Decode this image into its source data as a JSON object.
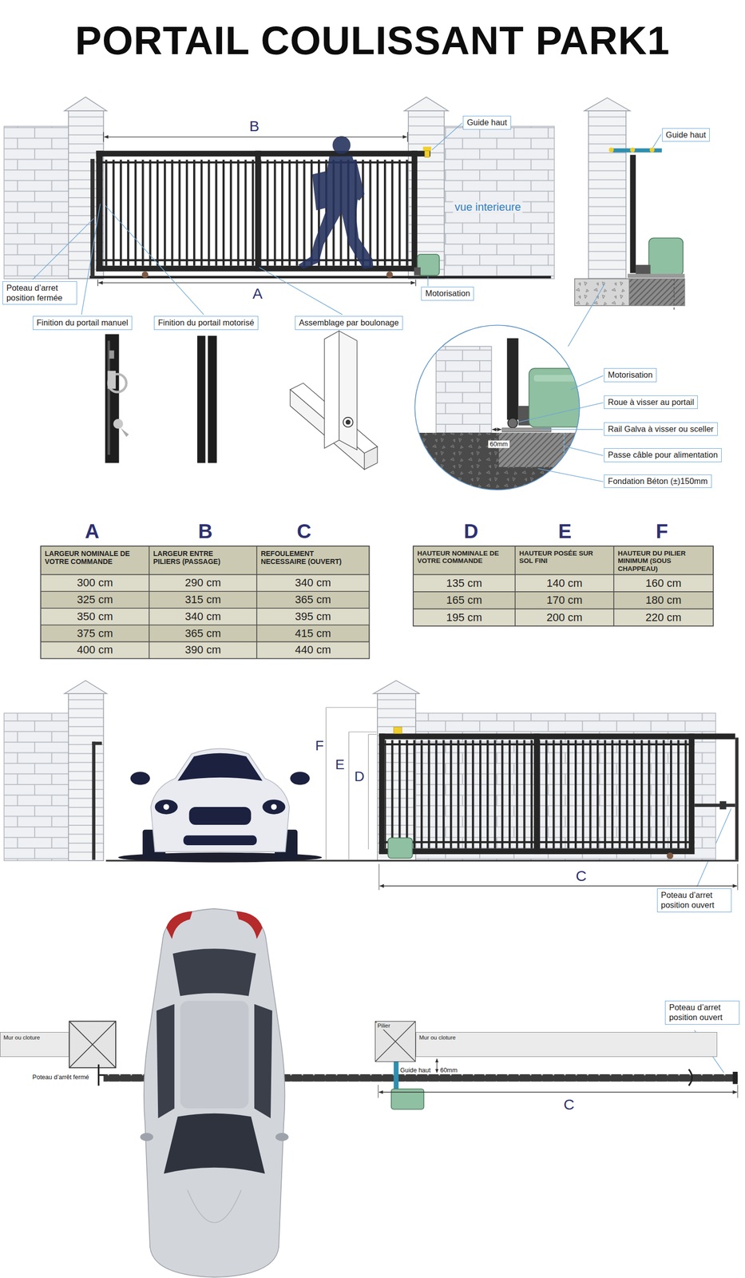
{
  "diagram": {
    "title": "PORTAIL COULISSANT PARK1",
    "nodes": [
      {
        "text": [
          "Guide haut"
        ]
      },
      {
        "text": [
          "Guide haut"
        ]
      },
      {
        "text": [
          "Poteau d’arret position fermée"
        ]
      },
      {
        "text": [
          "Motorisation"
        ]
      },
      {
        "text": [
          "Finition du portail manuel"
        ]
      },
      {
        "text": [
          "Finition du portail motorisé"
        ]
      },
      {
        "text": [
          "Assemblage par boulonage"
        ]
      },
      {
        "text": [
          "Motorisation"
        ]
      },
      {
        "text": [
          "Roue à visser au portail"
        ]
      },
      {
        "text": [
          "Rail Galva à visser ou sceller"
        ]
      },
      {
        "text": [
          "Passe câble pour alimentation"
        ]
      },
      {
        "text": [
          "Fondation Béton (±)150mm"
        ]
      },
      {
        "text": [
          "Poteau d’arret position ouvert"
        ]
      },
      {
        "text": [
          "Mur ou cloture"
        ]
      },
      {
        "text": [
          "Pilier"
        ]
      },
      {
        "text": [
          "Mur ou cloture"
        ]
      },
      {
        "text": [
          "Poteau d’arret position ouvert"
        ]
      }
    ],
    "labels": [
      "B",
      "vue interieure",
      "A",
      "A",
      "B",
      "C",
      "LARGEUR NOMINALE DE VOTRE COMMANDE",
      "LARGEUR ENTRE PILIERS (PASSAGE)",
      "REFOULEMENT NECESSAIRE (OUVERT)",
      "300 cm",
      "290 cm",
      "340 cm",
      "325 cm",
      "315 cm",
      "365 cm",
      "350 cm",
      "340 cm",
      "395 cm",
      "375 cm",
      "365 cm",
      "415 cm",
      "400 cm",
      "390 cm",
      "440 cm",
      "D",
      "E",
      "F",
      "HAUTEUR NOMINALE DE VOTRE COMMANDE",
      "HAUTEUR POSÉE SUR SOL FINI",
      "HAUTEUR DU PILIER MINIMUM (SOUS CHAPPEAU)",
      "135 cm",
      "140 cm",
      "160 cm",
      "165 cm",
      "170 cm",
      "180 cm",
      "195 cm",
      "200 cm",
      "220 cm",
      "F",
      "E",
      "D",
      "C",
      "60mm",
      "Poteau d’arrêt fermé",
      "Guide haut",
      "60mm",
      "C"
    ]
  }
}
